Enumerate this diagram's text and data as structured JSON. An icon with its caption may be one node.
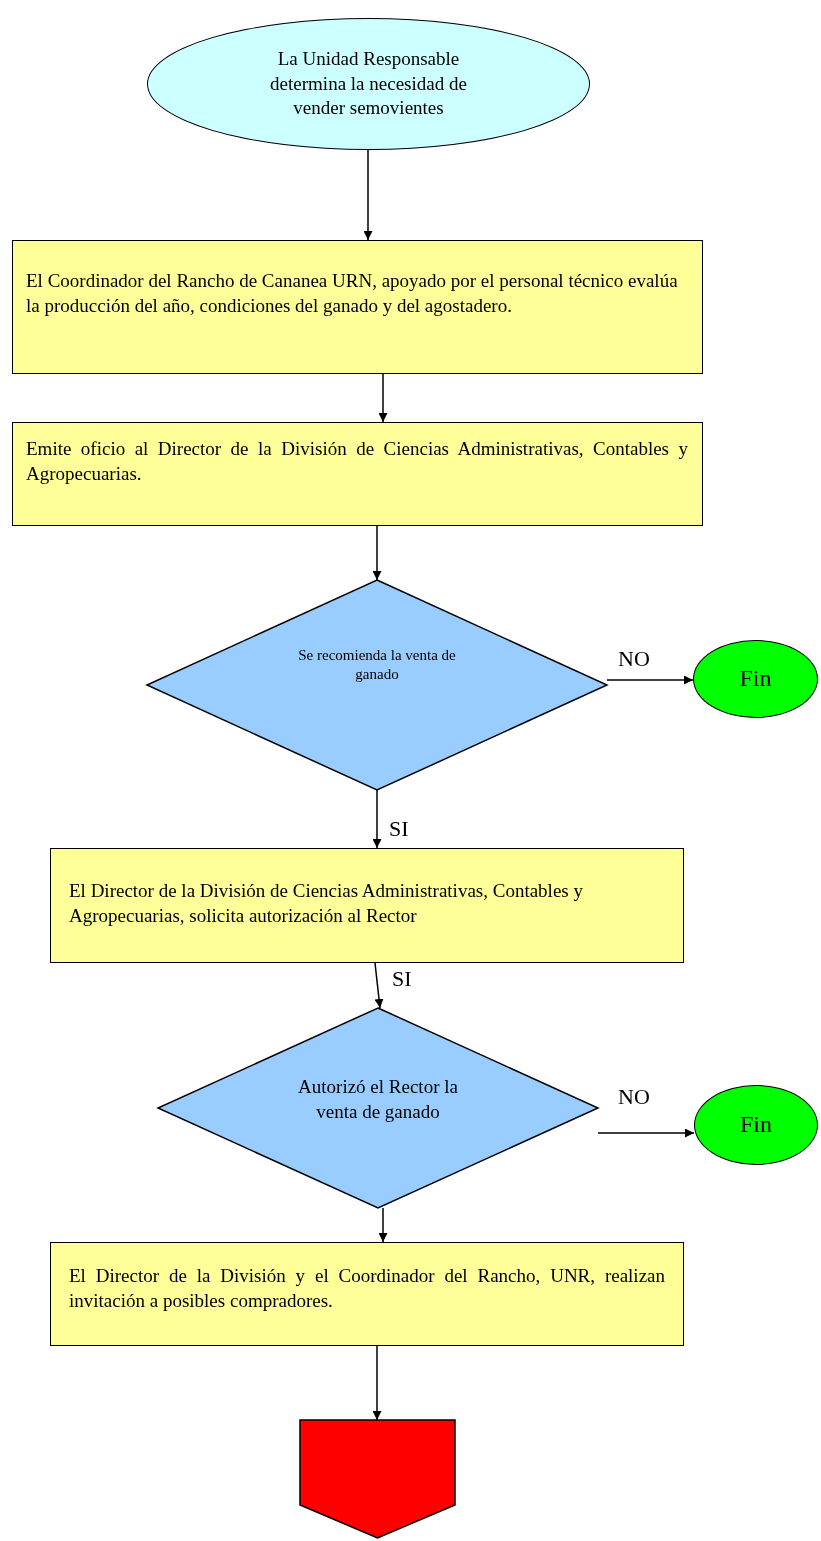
{
  "diagram": {
    "nodes": [
      {
        "text": [
          "La Unidad Responsable determina la necesidad de vender semovientes"
        ]
      },
      {
        "text": [
          "El Coordinador del Rancho de Cananea URN, apoyado por el personal técnico evalúa la producción del año, condiciones del ganado y del agostadero."
        ]
      },
      {
        "text": [
          "Emite oficio al Director de la División de Ciencias Administrativas, Contables y Agropecuarias."
        ]
      },
      {
        "text": [
          "Se recomienda la venta de ganado"
        ]
      },
      {
        "text": [
          "Fin"
        ]
      },
      {
        "text": [
          "El Director de la División de Ciencias Administrativas, Contables y Agropecuarias, solicita autorización al Rector"
        ]
      },
      {
        "text": [
          "Autorizó el Rector la venta de ganado"
        ]
      },
      {
        "text": [
          "Fin"
        ]
      },
      {
        "text": [
          "El Director de la División y el Coordinador del Rancho, UNR, realizan invitación a posibles compradores."
        ]
      },
      {
        "text": [],
        "shape": "pentagon"
      }
    ],
    "edges": [
      {
        "from": 0,
        "to": 1,
        "arrow": "to"
      },
      {
        "from": 1,
        "to": 2,
        "arrow": "to"
      },
      {
        "from": 2,
        "to": 3,
        "arrow": "to"
      },
      {
        "from": 3,
        "to": 4,
        "arrow": "to",
        "label": "NO"
      },
      {
        "from": 3,
        "to": 5,
        "arrow": "to",
        "label": "SI"
      },
      {
        "from": 5,
        "to": 6,
        "arrow": "to",
        "label": "SI"
      },
      {
        "from": 6,
        "to": 7,
        "arrow": "to",
        "label": "NO"
      },
      {
        "from": 6,
        "to": 8,
        "arrow": "to"
      },
      {
        "from": 8,
        "to": 9,
        "arrow": "to"
      }
    ]
  }
}
